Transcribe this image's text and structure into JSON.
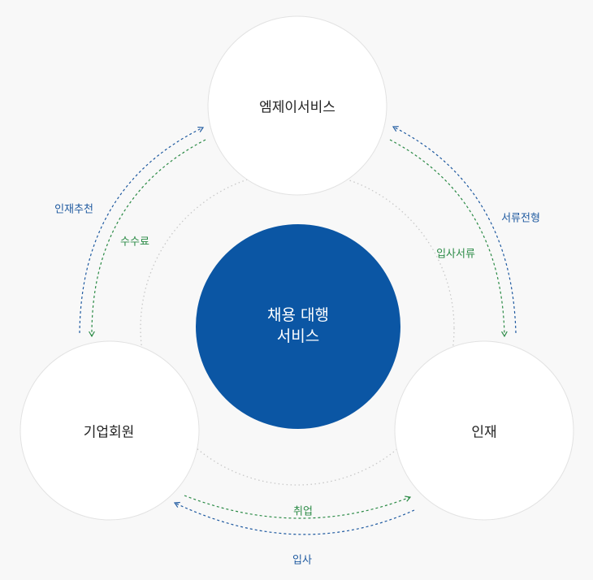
{
  "nodes": {
    "top": "엠제이서비스",
    "left": "기업회원",
    "right": "인재"
  },
  "center": {
    "line1": "채용 대행",
    "line2": "서비스",
    "color": "#0b56a4"
  },
  "edges": {
    "recommend": "인재추천",
    "fee": "수수료",
    "screening": "서류전형",
    "application": "입사서류",
    "employment": "취업",
    "joining": "입사"
  },
  "colors": {
    "blue": "#1f5aa0",
    "green": "#2a8a45",
    "dotted_ring": "#c8c8c8",
    "node_fill": "#ffffff",
    "node_stroke": "#e2e2e2"
  }
}
